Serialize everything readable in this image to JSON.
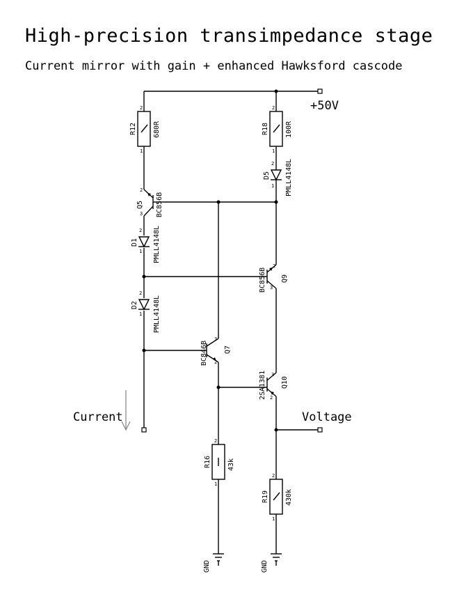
{
  "title": "High-precision transimpedance stage",
  "subtitle": "Current mirror with gain + enhanced Hawksford cascode",
  "supply_label": "+50V",
  "input_label": "Current",
  "output_label": "Voltage",
  "components": {
    "r12": {
      "ref": "R12",
      "value": "680R"
    },
    "r18": {
      "ref": "R18",
      "value": "100R"
    },
    "r16": {
      "ref": "R16",
      "value": "43k"
    },
    "r19": {
      "ref": "R19",
      "value": "430k"
    },
    "d5": {
      "ref": "D5",
      "value": "PMLL4148L"
    },
    "d1": {
      "ref": "D1",
      "value": "PMLL4148L"
    },
    "d2": {
      "ref": "D2",
      "value": "PMLL4148L"
    },
    "q5": {
      "ref": "Q5",
      "value": "BC856B"
    },
    "q9": {
      "ref": "Q9",
      "value": "BC856B"
    },
    "q7": {
      "ref": "Q7",
      "value": "BC846B"
    },
    "q10": {
      "ref": "Q10",
      "value": "2SA1381"
    }
  },
  "ground_label": "GND",
  "pins": {
    "one": "1",
    "two": "2",
    "three": "3"
  },
  "colors": {
    "ink": "#000000",
    "arrow": "#8a8a8a",
    "background": "#ffffff"
  }
}
